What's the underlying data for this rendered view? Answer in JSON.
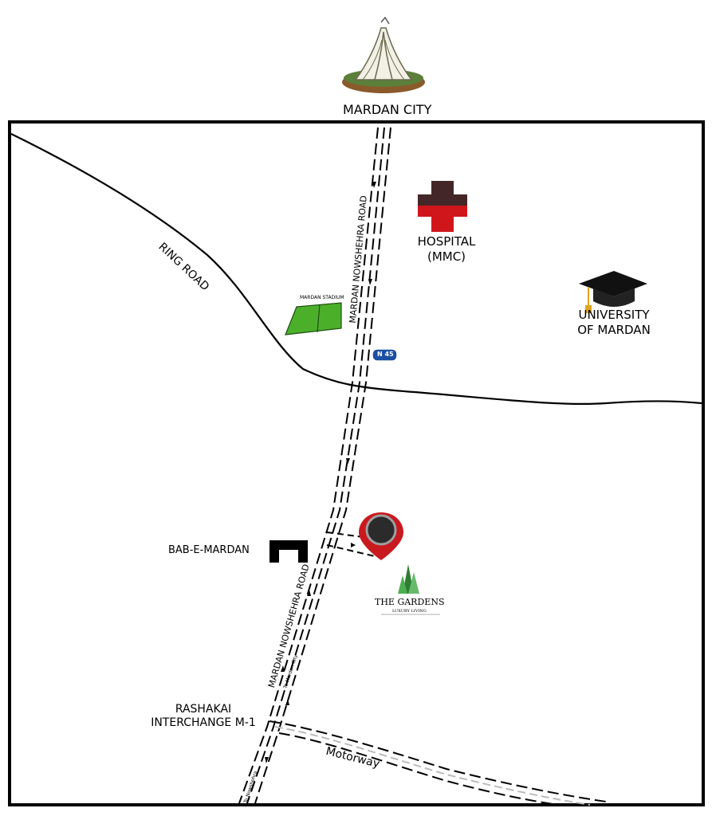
{
  "labels": {
    "mardan_city": "MARDAN CITY",
    "hospital": "HOSPITAL",
    "hospital_sub": "(MMC)",
    "university_1": "UNIVERSITY",
    "university_2": "OF MARDAN",
    "ring_road": "RING ROAD",
    "stadium": "MARDAN STADIUM",
    "road_north": "MARDAN NOWSHEHRA ROAD",
    "road_south": "MARDAN NOWSHEHRA ROAD",
    "n45": "N 45",
    "bab_e_mardan": "BAB-E-MARDAN",
    "gardens_title": "THE GARDENS",
    "gardens_sub": "LUXURY LIVING",
    "rashakai_1": "RASHAKAI",
    "rashakai_2": "INTERCHANGE M-1",
    "motorway": "Motorway",
    "to_mardan_city": "To Mardan City",
    "to_nowshehra": "To Nowshehra"
  },
  "colors": {
    "hospital_red": "#d0161b",
    "stadium_green": "#4caf2a",
    "pin_red": "#c8191f",
    "n45_blue": "#1b4fa3",
    "gardens_green": "#2e7d32"
  },
  "icons": {
    "monument": "mardan-monument-icon",
    "hospital": "hospital-cross-icon",
    "university": "graduation-cap-icon",
    "pin": "location-pin-icon",
    "gate": "bab-e-mardan-gate-icon",
    "trees": "gardens-trees-icon"
  }
}
